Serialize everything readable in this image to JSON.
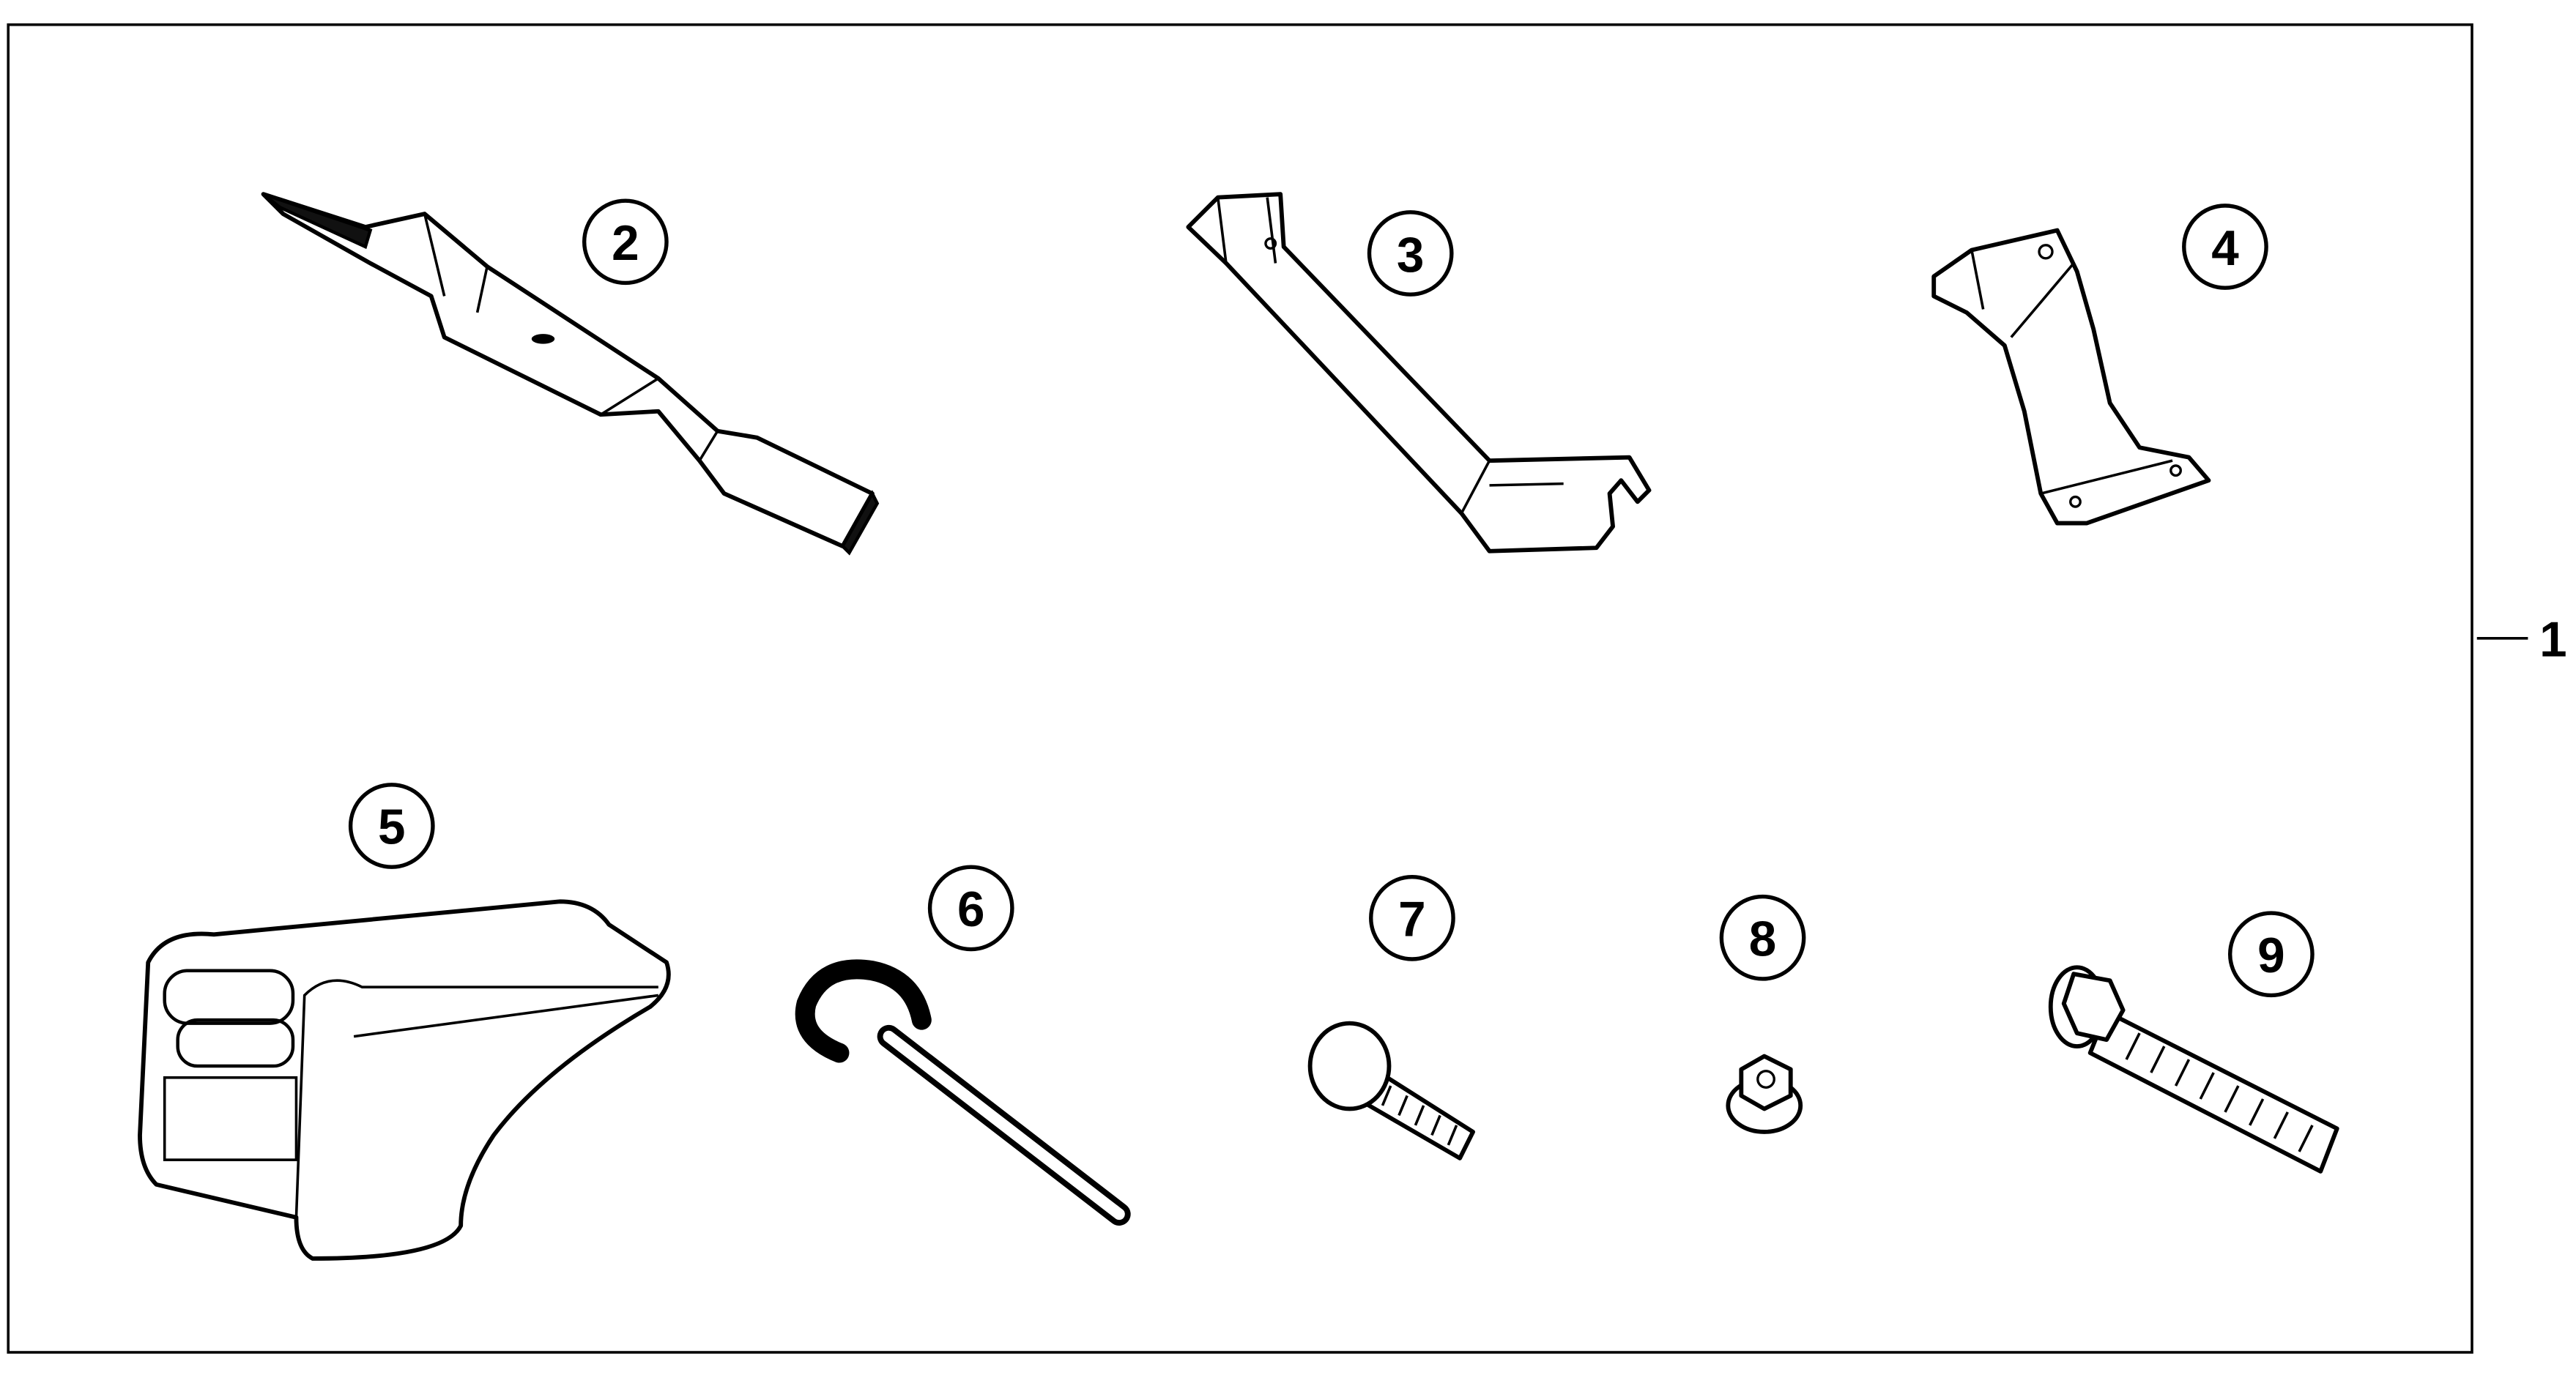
{
  "diagram": {
    "assembly_label": "1",
    "callouts": {
      "blade": "2",
      "bracket_long": "3",
      "bracket_short": "4",
      "cover": "5",
      "hook_pin": "6",
      "carriage_bolt": "7",
      "flange_nut": "8",
      "flange_bolt": "9"
    }
  }
}
